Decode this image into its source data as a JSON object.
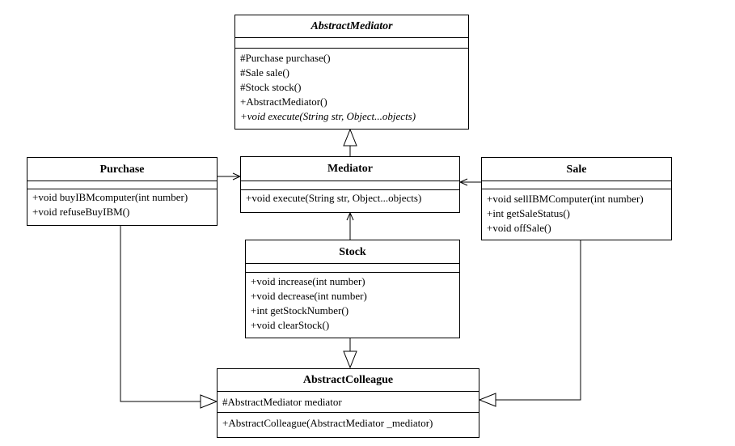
{
  "classes": {
    "abstract_mediator": {
      "name": "AbstractMediator",
      "methods": [
        "#Purchase purchase()",
        "#Sale sale()",
        "#Stock stock()",
        "+AbstractMediator()",
        "+void execute(String str, Object...objects)"
      ]
    },
    "purchase": {
      "name": "Purchase",
      "methods": [
        "+void buyIBMcomputer(int number)",
        "+void refuseBuyIBM()"
      ]
    },
    "mediator": {
      "name": "Mediator",
      "methods": [
        "+void execute(String str, Object...objects)"
      ]
    },
    "sale": {
      "name": "Sale",
      "methods": [
        "+void sellIBMComputer(int number)",
        "+int getSaleStatus()",
        "+void offSale()"
      ]
    },
    "stock": {
      "name": "Stock",
      "methods": [
        "+void increase(int number)",
        "+void decrease(int number)",
        "+int getStockNumber()",
        "+void clearStock()"
      ]
    },
    "abstract_colleague": {
      "name": "AbstractColleague",
      "attributes": [
        "#AbstractMediator mediator"
      ],
      "methods": [
        "+AbstractColleague(AbstractMediator _mediator)"
      ]
    }
  }
}
